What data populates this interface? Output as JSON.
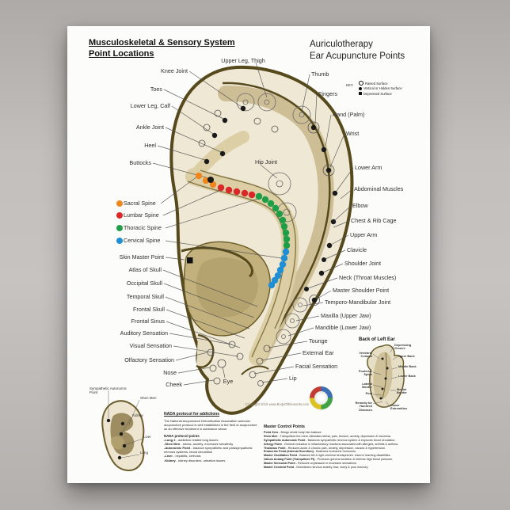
{
  "poster": {
    "title_left": "Musculoskeletal & Sensory System\nPoint Locations",
    "title_right": "Auriculotherapy\nEar Acupuncture Points",
    "key": {
      "label": "KEY:",
      "items": [
        {
          "symbol": "raised-surface-circle",
          "label": "Raised Surface"
        },
        {
          "symbol": "vertical-hidden-dot",
          "label": "Vertical or Hidden Surface"
        },
        {
          "symbol": "depressed-square",
          "label": "Depressed Surface"
        }
      ]
    },
    "main_ear": {
      "top_label": "Upper Leg, Thigh",
      "left_labels": [
        "Knee Joint",
        "Toes",
        "Lower Leg, Calf",
        "Ankle Joint",
        "Heel",
        "Buttocks",
        "Skin Master Point",
        "Atlas of Skull",
        "Occipital Skull",
        "Temporal Skull",
        "Frontal Skull",
        "Frontal Sinus",
        "Auditory Sensation",
        "Visual Sensation",
        "Olfactory Sensation",
        "Nose",
        "Cheek"
      ],
      "right_labels": [
        "Thumb",
        "Fingers",
        "Hand (Palm)",
        "Wrist",
        "Lower Arm",
        "Abdominal Muscles",
        "Elbow",
        "Chest & Rib Cage",
        "Upper Arm",
        "Clavicle",
        "Shoulder Joint",
        "Neck (Throat Muscles)",
        "Master Shoulder Point",
        "Temporo-Mandibular Joint",
        "Maxilla (Upper Jaw)",
        "Mandible (Lower Jaw)",
        "Tounge",
        "External Ear",
        "Facial Sensation",
        "Lip"
      ],
      "center_labels": {
        "hip": "Hip Joint",
        "eye": "Eye"
      },
      "spine_legend": [
        {
          "key": "sacral",
          "label": "Sacral Spine",
          "color": "#F0861E"
        },
        {
          "key": "lumbar",
          "label": "Lumbar Spine",
          "color": "#DB2727"
        },
        {
          "key": "thoracic",
          "label": "Thoracic Spine",
          "color": "#1F9E48"
        },
        {
          "key": "cervical",
          "label": "Cervical Spine",
          "color": "#1E8FD5"
        }
      ]
    },
    "back_ear": {
      "title": "Back of Left Ear",
      "left_labels": [
        "Vertebral Column",
        "Posterior Spine",
        "Lateral Border",
        "Post",
        "Remedy for Hundred Diseases"
      ],
      "right_labels": [
        "Depressing Groove",
        "Upper Back",
        "Middle Back",
        "Lower Back",
        "Medial Border",
        "Lower Extremities"
      ]
    },
    "mini_ear": {
      "labels": [
        "Sympathetic Autonomic Point",
        "Shen Men",
        "Kidney",
        "Liver",
        "Lung"
      ]
    },
    "nada": {
      "heading": "NADA protocol for addictions",
      "paragraph": "The National Acupuncture Detoxification Association auricular acupuncture protocol is well established in the field of acupuncture as an effective treatment in substance abuse.",
      "subheading": "NADA protocol points",
      "points": [
        {
          "name": "Lung 2",
          "desc": "addiction related lung issues"
        },
        {
          "name": "Shen Men",
          "desc": "stress, anxiety, excessive sensitivity"
        },
        {
          "name": "Autonomic Point",
          "desc": "balance sympathetic and parasympathetic nervous systems, blood circulation"
        },
        {
          "name": "Liver",
          "desc": "hepatitis, cirrhosis"
        },
        {
          "name": "Kidney",
          "desc": "kidney disorders, urination issues"
        }
      ]
    },
    "master_control": {
      "heading": "Master Control Points",
      "points": [
        {
          "name": "Point Zero",
          "desc": "Brings whole body into balance."
        },
        {
          "name": "Shen Men",
          "desc": "Tranquilizes the mind. Alleviates stress, pain, tension, anxiety, depression & insomnia."
        },
        {
          "name": "Sympathetic Autonomic Point",
          "desc": "Balances sympathetic nervous system & improves blood circulation."
        },
        {
          "name": "Allergy Point",
          "desc": "General reduction in inflammatory reactions associated with allergies, arthritis & asthma."
        },
        {
          "name": "Thalamus Point",
          "desc": "Reduces acute & chronic pain, anxiety, depression, nausea & hypertension."
        },
        {
          "name": "Endocrine Point (Internal Secretion)",
          "desc": "Balances endocrine hormones."
        },
        {
          "name": "Master Oscillation Point",
          "desc": "Balance left & right cerebral hemispheres. Used in learning disabilities."
        },
        {
          "name": "Valium Analog Point (Tranquilizer Pt)",
          "desc": "Produces general sedation & relieves high blood pressure."
        },
        {
          "name": "Master Sensorial Point",
          "desc": "Reduces unpleasant or excessive sensations."
        },
        {
          "name": "Master Cerebral Point",
          "desc": "Diminishes nervous anxiety, fear, worry & poor memory."
        }
      ]
    },
    "copyright": "Copyright 2015 www.BodyOfElements.com",
    "logo_colors": [
      "#3a6fb5",
      "#41a344",
      "#ddc21f",
      "#c23b34"
    ]
  }
}
